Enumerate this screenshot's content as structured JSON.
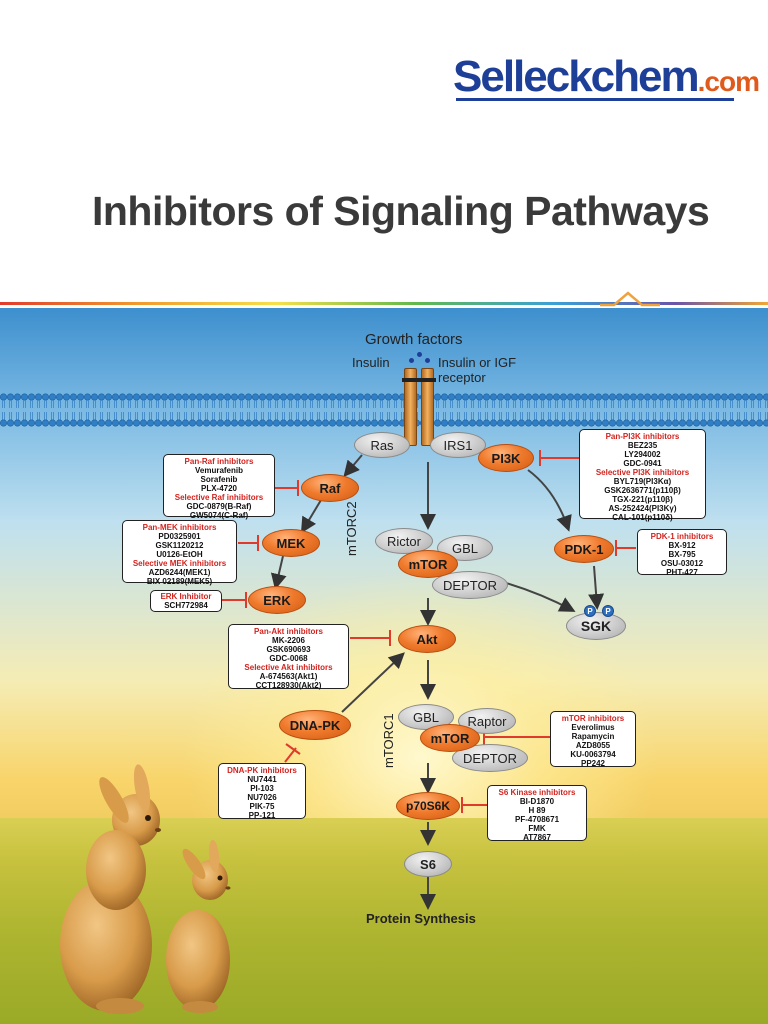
{
  "header": {
    "logo_main": "Selleckchem",
    "logo_tld": ".com",
    "title": "Inhibitors of Signaling Pathways"
  },
  "colors": {
    "brand_blue": "#1e3f97",
    "brand_orange": "#e05a1c",
    "inhibitor_red": "#d2231e",
    "node_orange": "#f07a2c"
  },
  "labels": {
    "growth_factors": "Growth factors",
    "insulin": "Insulin",
    "receptor": "Insulin or IGF receptor",
    "mtorc2": "mTORC2",
    "mtorc1": "mTORC1",
    "protein_synthesis": "Protein Synthesis",
    "sgk_p1": "P",
    "sgk_p2": "P"
  },
  "nodes": {
    "ras": "Ras",
    "irs1": "IRS1",
    "pi3k": "PI3K",
    "raf": "Raf",
    "mek": "MEK",
    "erk": "ERK",
    "rictor": "Rictor",
    "gbl_top": "GBL",
    "mtor_c2": "mTOR",
    "deptor_top": "DEPTOR",
    "pdk1": "PDK-1",
    "sgk": "SGK",
    "akt": "Akt",
    "dnapk": "DNA-PK",
    "gbl_bottom": "GBL",
    "raptor": "Raptor",
    "mtor_c1": "mTOR",
    "deptor_bottom": "DEPTOR",
    "p70s6k": "p70S6K",
    "s6": "S6"
  },
  "inhibitor_boxes": {
    "raf": {
      "h1": "Pan-Raf inhibitors",
      "items1": [
        "Vemurafenib",
        "Sorafenib",
        "PLX-4720"
      ],
      "h2": "Selective Raf inhibitors",
      "items2": [
        "GDC-0879(B-Raf)",
        "GW5074(C-Raf)"
      ]
    },
    "mek": {
      "h1": "Pan-MEK inhibitors",
      "items1": [
        "PD0325901",
        "GSK1120212",
        "U0126-EtOH"
      ],
      "h2": "Selective MEK inhibitors",
      "items2": [
        "AZD6244(MEK1)",
        "BIX 02189(MEK5)"
      ]
    },
    "erk": {
      "h1": "ERK Inhibitor",
      "items1": [
        "SCH772984"
      ]
    },
    "pi3k": {
      "h1": "Pan-PI3K inhibitors",
      "items1": [
        "BEZ235",
        "LY294002",
        "GDC-0941"
      ],
      "h2": "Selective  PI3K inhibitors",
      "items2": [
        "BYL719(PI3Kα)",
        "GSK2636771(p110β)",
        "TGX-221(p110β)",
        "AS-252424(PI3Kγ)",
        "CAL-101(p110δ)"
      ]
    },
    "pdk1": {
      "h1": "PDK-1 inhibitors",
      "items1": [
        "BX-912",
        "BX-795",
        "OSU-03012",
        "PHT-427"
      ]
    },
    "akt": {
      "h1": "Pan-Akt inhibitors",
      "items1": [
        "MK-2206",
        "GSK690693",
        "GDC-0068"
      ],
      "h2": "Selective  Akt inhibitors",
      "items2": [
        "A-674563(Akt1)",
        "CCT128930(Akt2)"
      ]
    },
    "mtor": {
      "h1": "mTOR inhibitors",
      "items1": [
        "Everolimus",
        "Rapamycin",
        "AZD8055",
        "KU-0063794",
        "PP242"
      ]
    },
    "dnapk": {
      "h1": "DNA-PK inhibitors",
      "items1": [
        "NU7441",
        "PI-103",
        "NU7026",
        "PIK-75",
        "PP-121"
      ]
    },
    "s6k": {
      "h1": "S6 Kinase inhibitors",
      "items1": [
        "BI-D1870",
        "H 89",
        "PF-4708671",
        "FMK",
        "AT7867"
      ]
    }
  }
}
